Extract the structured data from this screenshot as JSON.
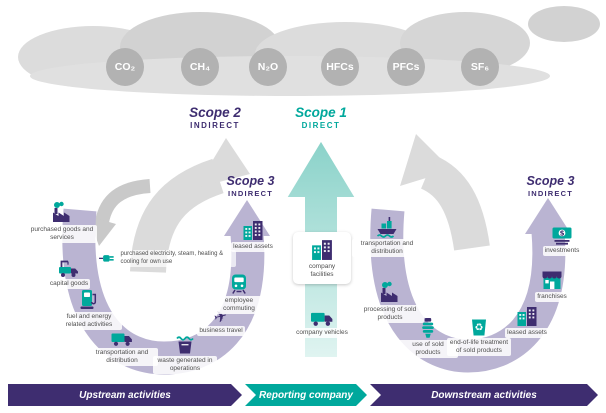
{
  "colors": {
    "teal": "#00a89c",
    "purple": "#3e2d70",
    "lavender": "#bab4d2",
    "cloud_gray": "#d6d6d6",
    "gas_circle_gray": "#b2b2b2",
    "arrow_gray": "#dbdbdb"
  },
  "gases": [
    "CO₂",
    "CH₄",
    "N₂O",
    "HFCs",
    "PFCs",
    "SF₆"
  ],
  "scopes": {
    "scope2": {
      "title": "Scope 2",
      "subtitle": "INDIRECT"
    },
    "scope1": {
      "title": "Scope 1",
      "subtitle": "DIRECT"
    },
    "scope3_left": {
      "title": "Scope 3",
      "subtitle": "INDIRECT"
    },
    "scope3_right": {
      "title": "Scope 3",
      "subtitle": "INDIRECT"
    }
  },
  "upstream": {
    "items": [
      {
        "label": "purchased goods and services",
        "icon": "factory-icon"
      },
      {
        "label": "capital goods",
        "icon": "crane-truck-icon"
      },
      {
        "label": "fuel and energy related activities",
        "icon": "fuel-pump-icon"
      },
      {
        "label": "transportation and distribution",
        "icon": "truck-icon"
      },
      {
        "label": "waste generated in operations",
        "icon": "waste-bin-icon"
      },
      {
        "label": "purchased electricity, steam, heating & cooling for own use",
        "icon": "plug-icon"
      },
      {
        "label": "business travel",
        "icon": "plane-icon"
      },
      {
        "label": "employee commuting",
        "icon": "train-icon"
      },
      {
        "label": "leased assets",
        "icon": "buildings-icon"
      }
    ]
  },
  "reporting_company": {
    "items": [
      {
        "label": "company facilities",
        "icon": "buildings-icon"
      },
      {
        "label": "company vehicles",
        "icon": "truck-icon"
      }
    ]
  },
  "downstream": {
    "items": [
      {
        "label": "transportation and distribution",
        "icon": "ship-icon"
      },
      {
        "label": "processing of sold products",
        "icon": "factory-icon"
      },
      {
        "label": "use of sold products",
        "icon": "cfl-bulb-icon"
      },
      {
        "label": "end-of-life treatment of sold products",
        "icon": "recycle-bin-icon"
      },
      {
        "label": "leased assets",
        "icon": "buildings-icon"
      },
      {
        "label": "franchises",
        "icon": "storefront-icon"
      },
      {
        "label": "investments",
        "icon": "money-icon"
      }
    ]
  },
  "banners": [
    {
      "label": "Upstream activities",
      "color": "#3e2d70"
    },
    {
      "label": "Reporting company",
      "color": "#00a89c"
    },
    {
      "label": "Downstream activities",
      "color": "#3e2d70"
    }
  ]
}
